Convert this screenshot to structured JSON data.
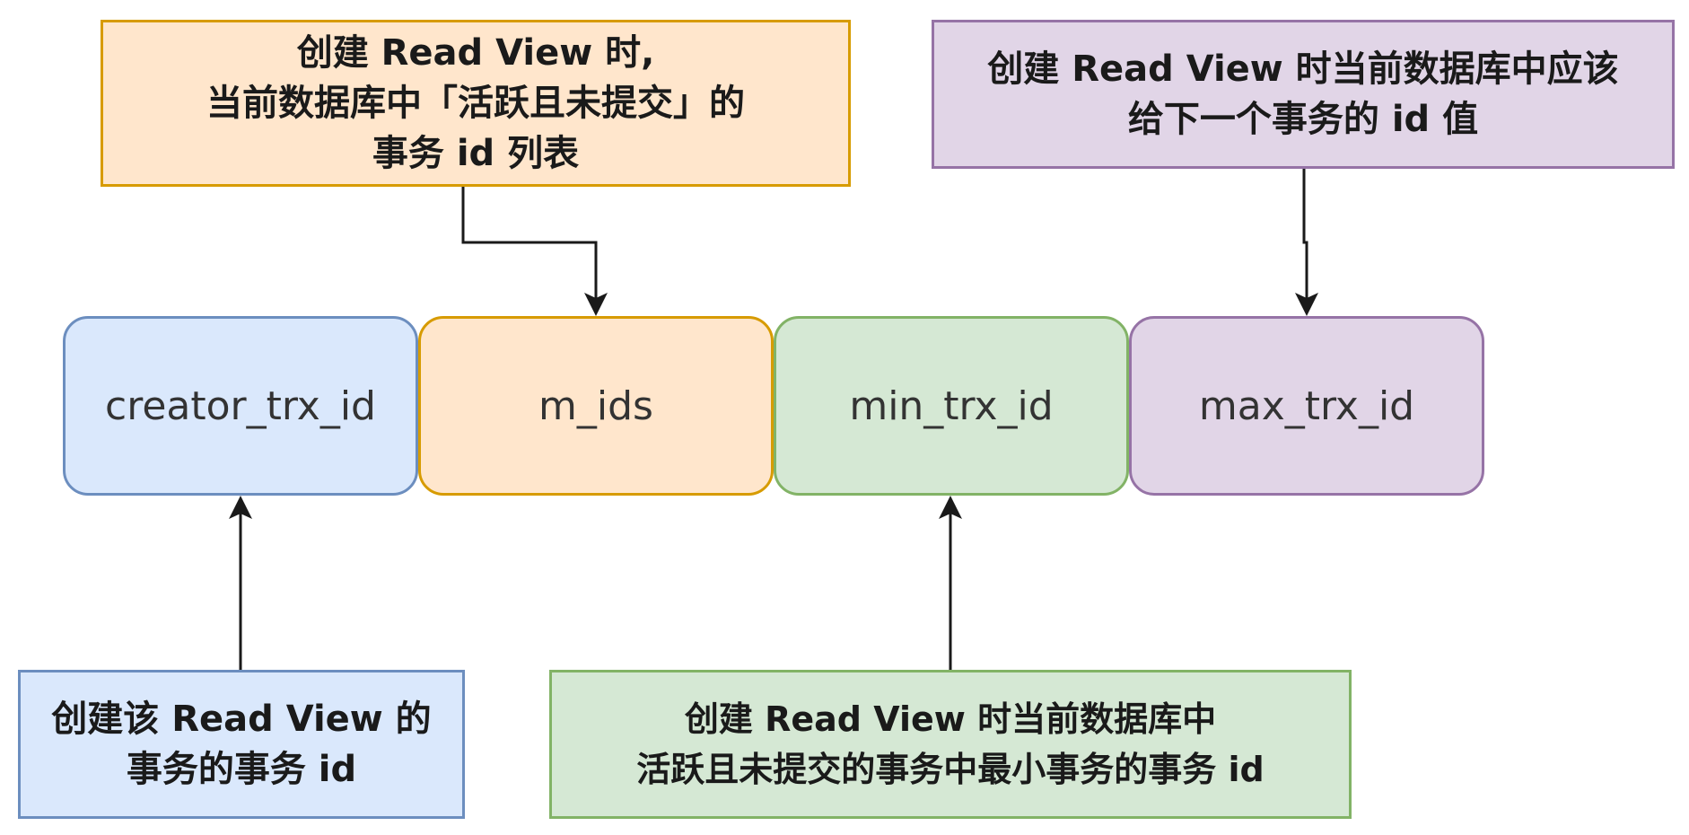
{
  "colors": {
    "blue_fill": "#dae8fc",
    "blue_border": "#6c8ebf",
    "orange_fill": "#ffe6cc",
    "orange_border": "#d79b00",
    "green_fill": "#d5e8d4",
    "green_border": "#82b366",
    "purple_fill": "#e1d5e7",
    "purple_border": "#9673a6",
    "arrow": "#1a1a1a"
  },
  "fields": {
    "creator_trx_id": "creator_trx_id",
    "m_ids": "m_ids",
    "min_trx_id": "min_trx_id",
    "max_trx_id": "max_trx_id"
  },
  "notes": {
    "m_ids": {
      "lines": [
        "创建 Read View 时,",
        "当前数据库中「活跃且未提交」的",
        "事务 id 列表"
      ]
    },
    "max_trx_id": {
      "lines": [
        "创建 Read View 时当前数据库中应该",
        "给下一个事务的 id 值"
      ]
    },
    "creator_trx_id": {
      "lines": [
        "创建该 Read View 的",
        "事务的事务 id"
      ]
    },
    "min_trx_id": {
      "lines": [
        "创建 Read View 时当前数据库中",
        "活跃且未提交的事务中最小事务的事务 id"
      ]
    }
  }
}
